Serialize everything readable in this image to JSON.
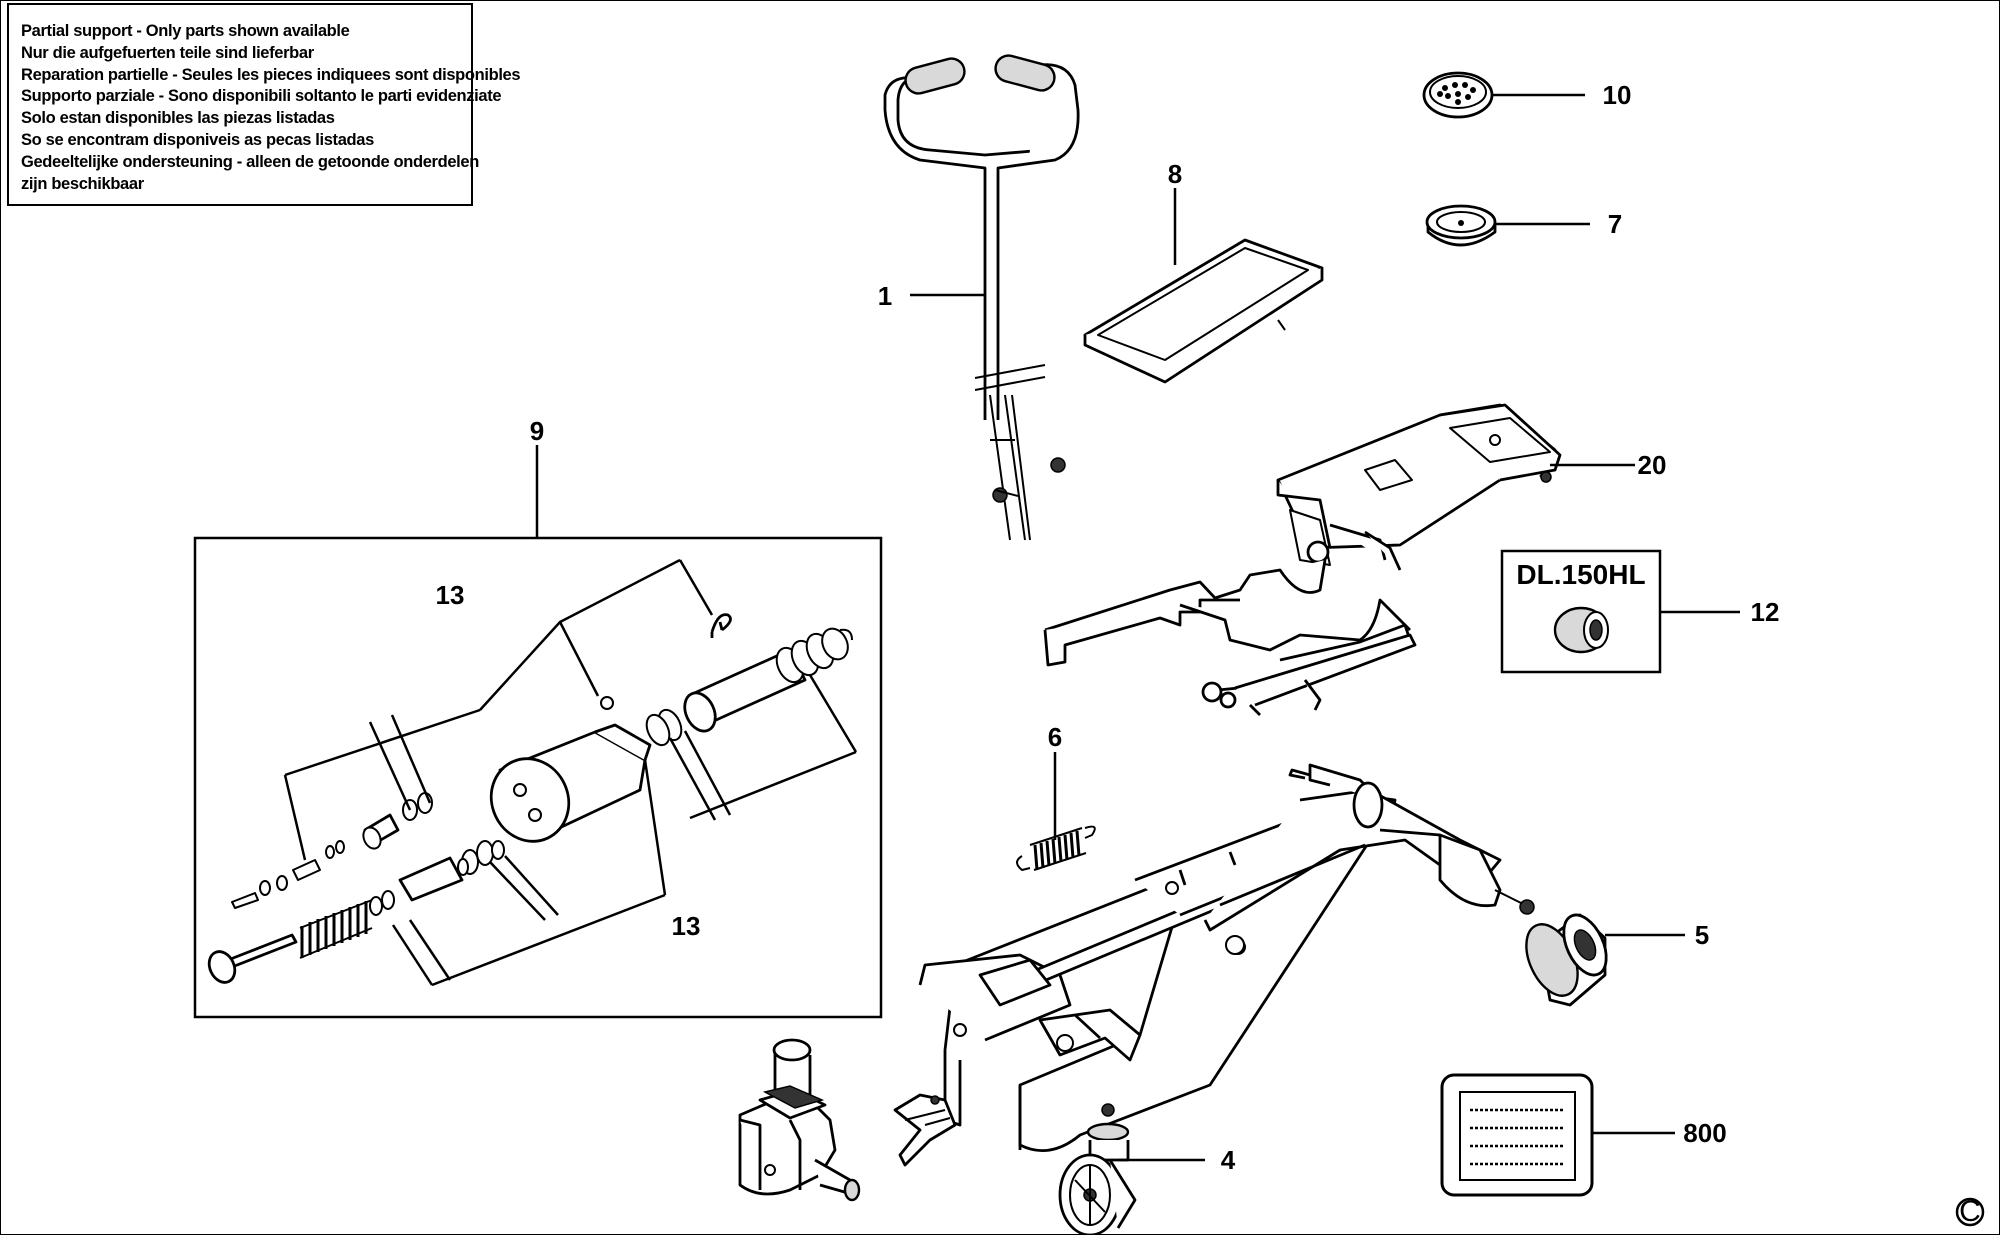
{
  "notice": {
    "lines": [
      "Partial support - Only parts shown available",
      "Nur die aufgefuerten teile sind lieferbar",
      "Reparation partielle - Seules les pieces indiquees sont disponibles",
      "Supporto parziale - Sono disponibili soltanto le parti evidenziate",
      "Solo estan disponibles las piezas listadas",
      "So se encontram disponiveis as pecas listadas",
      "Gedeeltelijke ondersteuning - alleen de getoonde onderdelen",
      "zijn beschikbaar"
    ]
  },
  "labels": {
    "p1": "1",
    "p4": "4",
    "p5": "5",
    "p6": "6",
    "p7": "7",
    "p8": "8",
    "p9": "9",
    "p10": "10",
    "p12": "12",
    "p13a": "13",
    "p13b": "13",
    "p20": "20",
    "p800": "800"
  },
  "kit_box": {
    "model": "DL.150HL"
  },
  "copyright": "C"
}
